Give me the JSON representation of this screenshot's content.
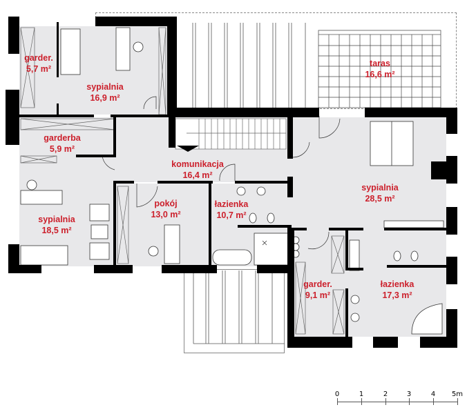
{
  "plan": {
    "label_color": "#cc1f2b",
    "rooms": [
      {
        "id": "garderoba-1",
        "name": "garder.",
        "area": "5,7 m²"
      },
      {
        "id": "sypialnia-1",
        "name": "sypialnia",
        "area": "16,9 m²"
      },
      {
        "id": "taras",
        "name": "taras",
        "area": "16,6 m²"
      },
      {
        "id": "garderoba-2",
        "name": "garderba",
        "area": "5,9 m²"
      },
      {
        "id": "komunikacja",
        "name": "komunikacja",
        "area": "16,4 m²"
      },
      {
        "id": "sypialnia-2",
        "name": "sypialnia",
        "area": "28,5 m²"
      },
      {
        "id": "sypialnia-3",
        "name": "sypialnia",
        "area": "18,5 m²"
      },
      {
        "id": "pokoj",
        "name": "pokój",
        "area": "13,0 m²"
      },
      {
        "id": "lazienka-1",
        "name": "łazienka",
        "area": "10,7 m²"
      },
      {
        "id": "garderoba-3",
        "name": "garder.",
        "area": "9,1 m²"
      },
      {
        "id": "lazienka-2",
        "name": "łazienka",
        "area": "17,3 m²"
      }
    ]
  },
  "scale_bar": {
    "ticks": [
      "0",
      "1",
      "2",
      "3",
      "4",
      "5m"
    ]
  }
}
